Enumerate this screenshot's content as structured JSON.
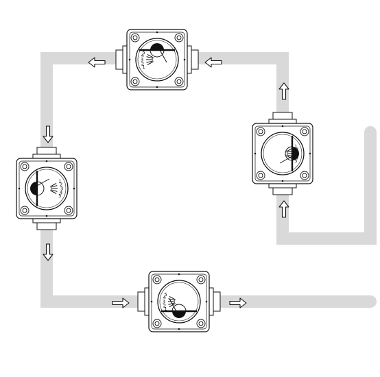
{
  "diagram": {
    "colors": {
      "pipe": "#d9d9d9",
      "line": "#111111",
      "background": "#ffffff"
    },
    "gauges": [
      {
        "id": "top",
        "scale_labels": [
          "5",
          "4",
          "3",
          "2",
          "1"
        ]
      },
      {
        "id": "right",
        "scale_labels": [
          "5",
          "4",
          "3",
          "2",
          "1"
        ]
      },
      {
        "id": "left",
        "scale_labels": [
          "1",
          "2",
          "3",
          "4",
          "5"
        ]
      },
      {
        "id": "bottom",
        "scale_labels": [
          "1",
          "2",
          "3",
          "4",
          "5"
        ]
      }
    ],
    "arrows": [
      {
        "id": "top-out",
        "direction": "left"
      },
      {
        "id": "top-in",
        "direction": "left"
      },
      {
        "id": "right-out",
        "direction": "up"
      },
      {
        "id": "right-in",
        "direction": "up"
      },
      {
        "id": "left-in",
        "direction": "down"
      },
      {
        "id": "left-out",
        "direction": "down"
      },
      {
        "id": "bottom-in",
        "direction": "right"
      },
      {
        "id": "bottom-out",
        "direction": "right"
      }
    ]
  }
}
